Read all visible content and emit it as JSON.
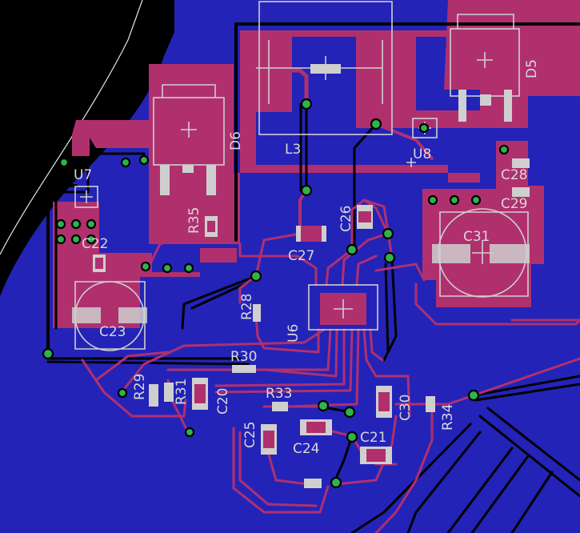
{
  "board": {
    "colors": {
      "background": "#000000",
      "bottom_copper": "#2323b8",
      "top_copper": "#b0306e",
      "silkscreen": "#d8d8d8",
      "via": "#2fb34a"
    }
  },
  "components": {
    "D5": "D5",
    "D6": "D6",
    "L3": "L3",
    "U8": "U8",
    "U7": "U7",
    "C28": "C28",
    "C29": "C29",
    "C31": "C31",
    "R35": "R35",
    "C26": "C26",
    "C27": "C27",
    "C22": "C22",
    "C23": "C23",
    "R28": "R28",
    "U6": "U6",
    "R30": "R30",
    "R29": "R29",
    "R31": "R31",
    "C20": "C20",
    "R33": "R33",
    "C30": "C30",
    "R34": "R34",
    "C25": "C25",
    "C24": "C24",
    "C21": "C21"
  }
}
